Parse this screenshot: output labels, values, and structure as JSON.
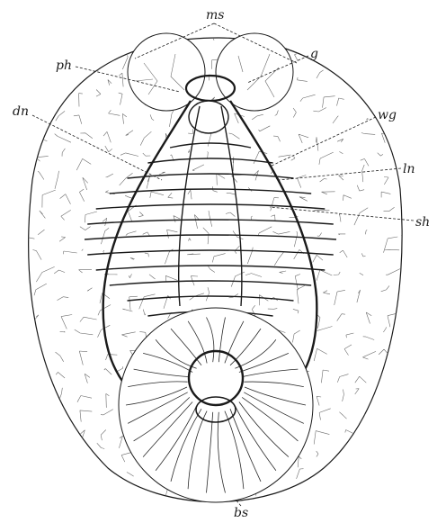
{
  "figure": {
    "labels": {
      "ms": "ms",
      "g": "g",
      "ph": "ph",
      "dn": "dn",
      "wg": "wg",
      "ln": "ln",
      "sh": "sh",
      "bs": "bs"
    },
    "colors": {
      "background": "#ffffff",
      "ink": "#1a1a1a",
      "fine_ink": "#6a6a6a"
    }
  }
}
